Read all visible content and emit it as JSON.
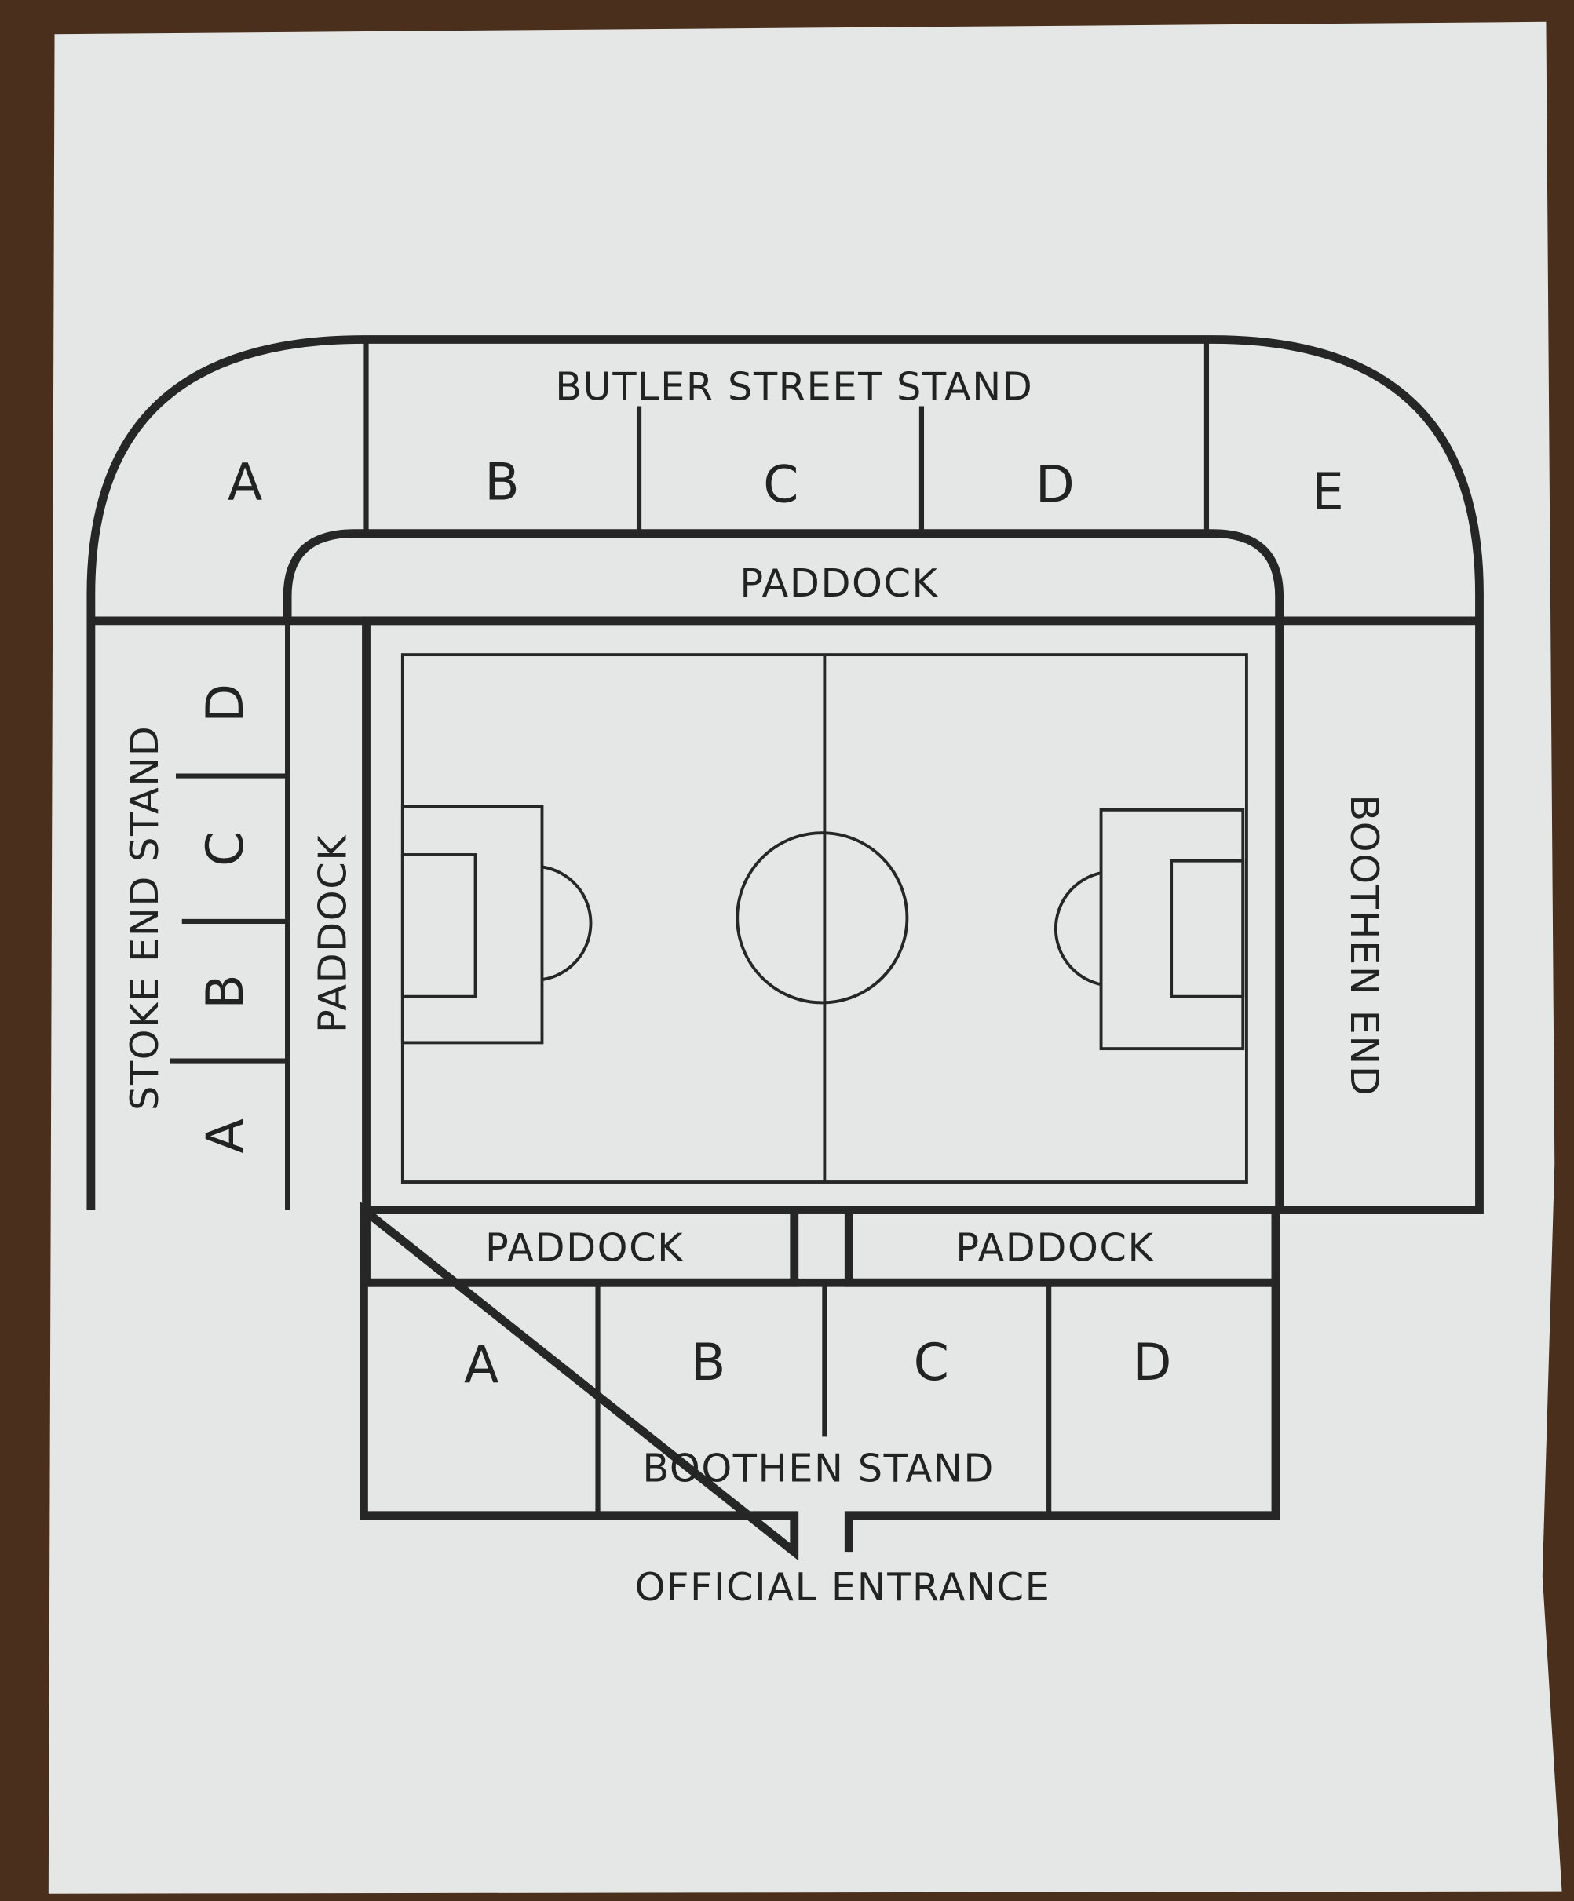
{
  "colors": {
    "paper": "#e6e8e6",
    "ink": "#262626",
    "background": "#4a2f1c"
  },
  "stands": {
    "butler_street": {
      "title": "BUTLER STREET STAND",
      "sections": [
        "A",
        "B",
        "C",
        "D",
        "E"
      ],
      "paddock": "PADDOCK"
    },
    "stoke_end": {
      "title": "STOKE END STAND",
      "sections": [
        "A",
        "B",
        "C",
        "D"
      ],
      "paddock": "PADDOCK"
    },
    "boothen_end": {
      "title": "BOOTHEN END"
    },
    "boothen_stand": {
      "title": "BOOTHEN STAND",
      "sections": [
        "A",
        "B",
        "C",
        "D"
      ],
      "paddock_left": "PADDOCK",
      "paddock_right": "PADDOCK"
    }
  },
  "entrance": "OFFICIAL ENTRANCE"
}
